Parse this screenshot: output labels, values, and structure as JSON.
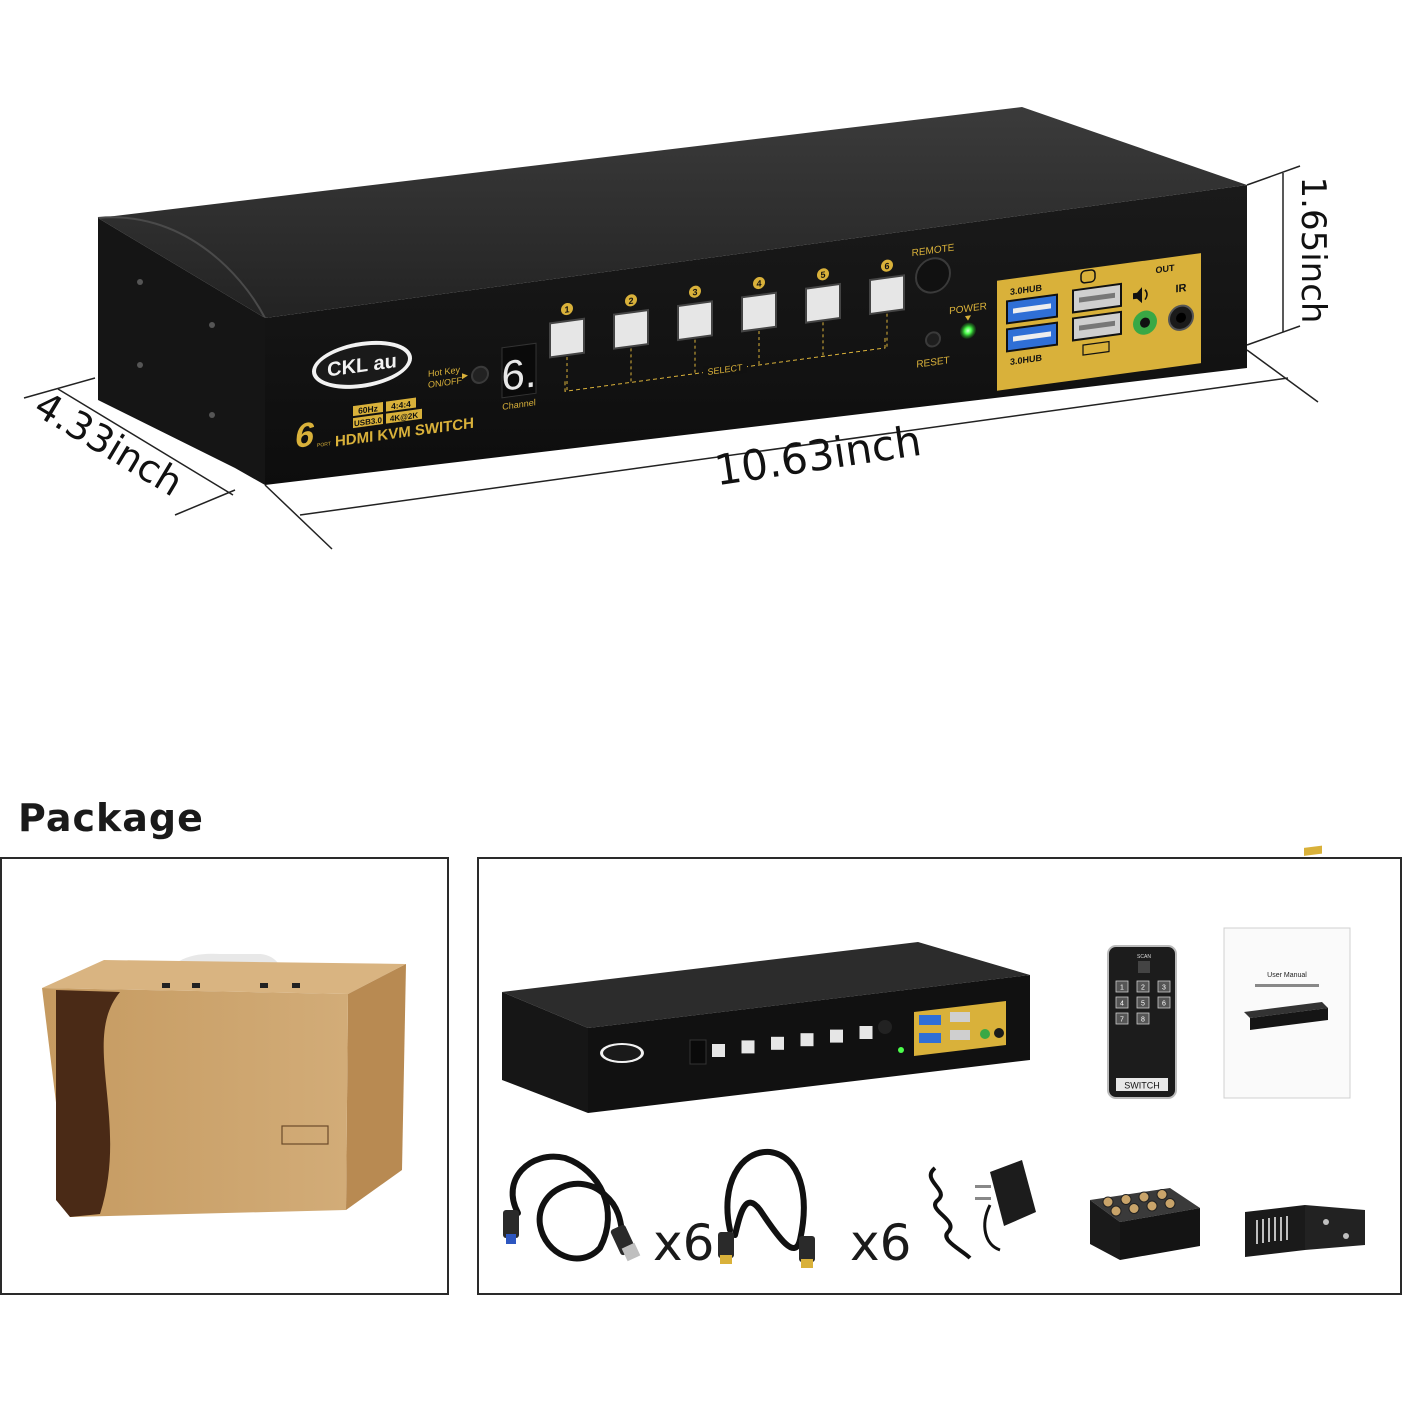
{
  "dimensions": {
    "width": "10.63inch",
    "depth": "4.33inch",
    "height": "1.65inch"
  },
  "device": {
    "brand": "CKL au",
    "port_count": "6",
    "port_word": "PORT",
    "spec_1": "60Hz",
    "spec_2": "4:4:4",
    "spec_3": "USB3.0",
    "spec_4": "4K@2K",
    "model_name": "HDMI KVM SWITCH",
    "hotkey_label_1": "Hot Key",
    "hotkey_label_2": "ON/OFF",
    "display_digit": "6.",
    "channel_label": "Channel",
    "select_label": "SELECT",
    "buttons": [
      "1",
      "2",
      "3",
      "4",
      "5",
      "6"
    ],
    "remote_label": "REMOTE",
    "power_label": "POWER",
    "reset_label": "RESET",
    "hub_label_top": "3.0HUB",
    "hub_label_bottom": "3.0HUB",
    "out_label": "OUT",
    "ir_label": "IR"
  },
  "package": {
    "title": "Package",
    "usb_cable_qty": "x6",
    "hdmi_cable_qty": "x6",
    "remote_switch_label": "SWITCH",
    "remote_scan_label": "SCAN",
    "remote_keys": [
      "1",
      "2",
      "3",
      "4",
      "5",
      "6",
      "7",
      "8"
    ],
    "manual_title": "User Manual"
  },
  "colors": {
    "device_body": "#1c1c1c",
    "gold_panel": "#d9b13a",
    "usb_blue": "#2f6fd6",
    "audio_green": "#3aa845",
    "power_led": "#4cff4c",
    "carton": "#c9a16b"
  }
}
